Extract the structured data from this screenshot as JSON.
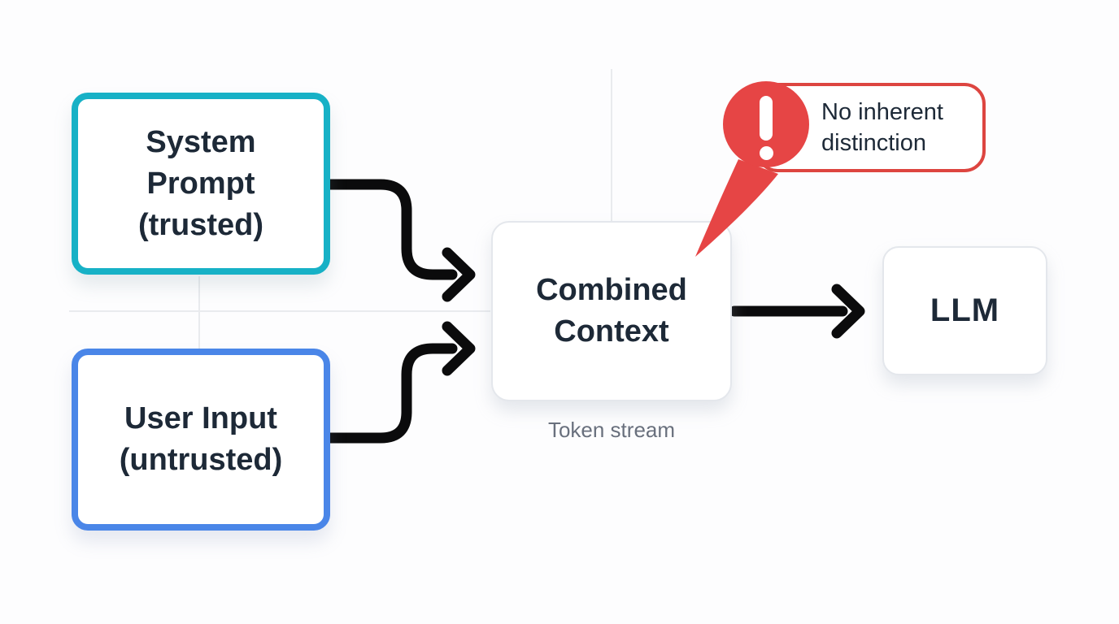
{
  "diagram": {
    "title": "LLM combined-context flow (no separation of trusted and untrusted input)",
    "nodes": [
      {
        "id": "system-prompt",
        "lines": [
          "System",
          "Prompt",
          "(trusted)"
        ],
        "border_color": "#17b1c6"
      },
      {
        "id": "user-input",
        "lines": [
          "User Input",
          "(untrusted)"
        ],
        "border_color": "#4a86e8"
      },
      {
        "id": "combined-context",
        "lines": [
          "Combined",
          "Context"
        ],
        "border_color": "#e4e7ec"
      },
      {
        "id": "llm",
        "lines": [
          "LLM"
        ],
        "border_color": "#e4e7ec"
      }
    ],
    "caption": "Token stream",
    "warning": {
      "lines": [
        "No inherent",
        "distinction"
      ],
      "icon": "exclamation-icon",
      "color": "#e64545"
    },
    "edges": [
      {
        "from": "system-prompt",
        "to": "combined-context"
      },
      {
        "from": "user-input",
        "to": "combined-context"
      },
      {
        "from": "combined-context",
        "to": "llm"
      }
    ],
    "colors": {
      "trusted_border": "#17b1c6",
      "untrusted_border": "#4a86e8",
      "warning_red": "#e64545",
      "arrow_black": "#0b0b0c",
      "text_ink": "#1d2937",
      "text_muted": "#69707d",
      "card_border": "#e4e7ec"
    }
  }
}
